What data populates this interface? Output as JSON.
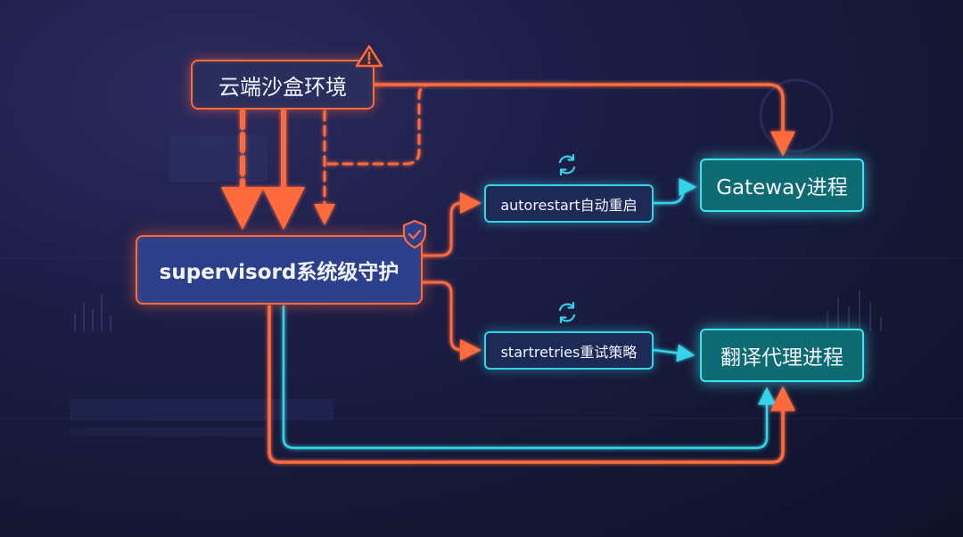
{
  "nodes": {
    "cloud": {
      "label": "云端沙盒环境"
    },
    "supervisord": {
      "label": "supervisord系统级守护"
    },
    "autorestart": {
      "label": "autorestart自动重启"
    },
    "startretries": {
      "label": "startretries重试策略"
    },
    "gateway": {
      "label": "Gateway进程"
    },
    "proxy": {
      "label": "翻译代理进程"
    }
  },
  "icons": {
    "cloud_badge": "warning-triangle-icon",
    "supervisord_badge": "shield-check-icon",
    "autorestart_badge": "refresh-cycle-icon",
    "startretries_badge": "refresh-cycle-icon"
  },
  "colors": {
    "background": "#161a3a",
    "orange": "#ff6a3d",
    "cyan": "#34d4e8",
    "teal_fill": "#0e6b72",
    "blue_fill": "#2b3f8a"
  }
}
